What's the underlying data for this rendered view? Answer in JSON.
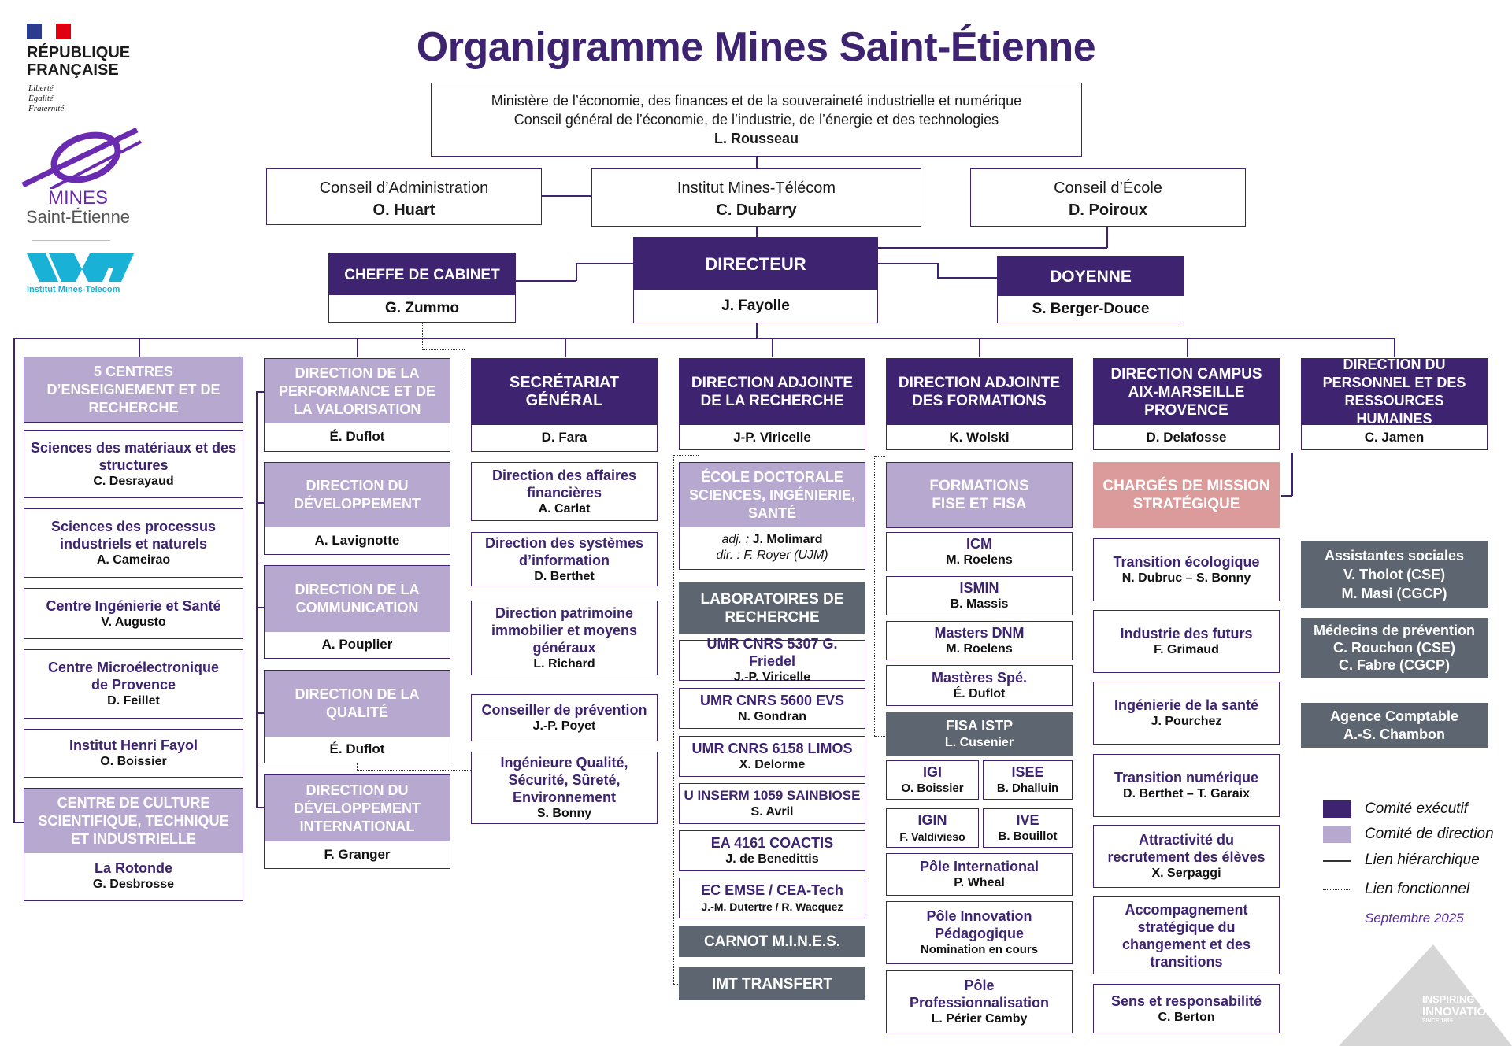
{
  "title": "Organigramme Mines Saint-Étienne",
  "logos": {
    "republique_line1": "RÉPUBLIQUE",
    "republique_line2": "FRANÇAISE",
    "motto1": "Liberté",
    "motto2": "Égalité",
    "motto3": "Fraternité",
    "mines_line1": "MINES",
    "mines_line2": "Saint-Étienne",
    "imt_label": "Institut Mines-Telecom"
  },
  "ministere": {
    "line1": "Ministère de l’économie, des finances et de la souveraineté industrielle et numérique",
    "line2": "Conseil général de l’économie, de l’industrie, de l’énergie et des technologies",
    "name": "L. Rousseau"
  },
  "conseil_admin": {
    "title": "Conseil d’Administration",
    "name": "O. Huart"
  },
  "imt": {
    "title": "Institut Mines-Télécom",
    "name": "C. Dubarry"
  },
  "conseil_ecole": {
    "title": "Conseil d’École",
    "name": "D. Poiroux"
  },
  "directeur": {
    "title": "DIRECTEUR",
    "name": "J. Fayolle"
  },
  "cheffe": {
    "title": "CHEFFE DE CABINET",
    "name": "G. Zummo"
  },
  "doyenne": {
    "title": "DOYENNE",
    "name": "S. Berger-Douce"
  },
  "col1": {
    "header": "5 CENTRES D’ENSEIGNEMENT ET DE RECHERCHE",
    "items": [
      {
        "t": "Sciences des matériaux et des structures",
        "n": "C. Desrayaud"
      },
      {
        "t": "Sciences des processus industriels et naturels",
        "n": "A. Cameirao"
      },
      {
        "t": "Centre Ingénierie et Santé",
        "n": "V. Augusto"
      },
      {
        "t": "Centre Microélectronique de Provence",
        "n": "D. Feillet"
      },
      {
        "t": "Institut Henri Fayol",
        "n": "O. Boissier"
      }
    ],
    "culture_header": "CENTRE DE CULTURE SCIENTIFIQUE, TECHNIQUE ET INDUSTRIELLE",
    "culture_t": "La Rotonde",
    "culture_n": "G. Desbrosse"
  },
  "col2": [
    {
      "t": "DIRECTION DE LA PERFORMANCE ET DE LA VALORISATION",
      "n": "É. Duflot"
    },
    {
      "t": "DIRECTION DU DÉVELOPPEMENT",
      "n": "A. Lavignotte"
    },
    {
      "t": "DIRECTION DE LA COMMUNICATION",
      "n": "A. Pouplier"
    },
    {
      "t": "DIRECTION DE LA QUALITÉ",
      "n": "É. Duflot"
    },
    {
      "t": "DIRECTION DU DÉVELOPPEMENT INTERNATIONAL",
      "n": "F. Granger"
    }
  ],
  "col3": {
    "header": "SECRÉTARIAT GÉNÉRAL",
    "name": "D. Fara",
    "items": [
      {
        "t": "Direction des affaires financières",
        "n": "A. Carlat"
      },
      {
        "t": "Direction des systèmes d’information",
        "n": "D. Berthet"
      },
      {
        "t": "Direction patrimoine immobilier et moyens généraux",
        "n": "L. Richard"
      },
      {
        "t": "Conseiller de prévention",
        "n": "J.-P. Poyet"
      },
      {
        "t": "Ingénieure Qualité, Sécurité, Sûreté, Environnement",
        "n": "S. Bonny"
      }
    ]
  },
  "col4": {
    "header": "DIRECTION ADJOINTE DE LA RECHERCHE",
    "name": "J-P. Viricelle",
    "ecole_header": "ÉCOLE DOCTORALE SCIENCES, INGÉNIERIE, SANTÉ",
    "ecole_adj_label": "adj. :",
    "ecole_adj": "J. Molimard",
    "ecole_dir": "dir. : F. Royer (UJM)",
    "labs_header": "LABORATOIRES DE RECHERCHE",
    "labs": [
      {
        "t": "UMR CNRS 5307 G. Friedel",
        "n": "J.-P. Viricelle"
      },
      {
        "t": "UMR CNRS 5600 EVS",
        "n": "N. Gondran"
      },
      {
        "t": "UMR CNRS 6158 LIMOS",
        "n": "X. Delorme"
      },
      {
        "t": "U INSERM 1059 SAINBIOSE",
        "n": "S. Avril"
      },
      {
        "t": "EA 4161 COACTIS",
        "n": "J. de Benedittis"
      },
      {
        "t": "EC EMSE / CEA-Tech",
        "n": "J.-M. Dutertre / R. Wacquez"
      }
    ],
    "carnot": "CARNOT M.I.N.E.S.",
    "imt_transfert": "IMT TRANSFERT"
  },
  "col5": {
    "header": "DIRECTION ADJOINTE DES FORMATIONS",
    "name": "K. Wolski",
    "formations_header": "FORMATIONS FISE ET FISA",
    "items": [
      {
        "t": "ICM",
        "n": "M. Roelens"
      },
      {
        "t": "ISMIN",
        "n": "B. Massis"
      },
      {
        "t": "Masters DNM",
        "n": "M. Roelens"
      },
      {
        "t": "Mastères Spé.",
        "n": "É. Duflot"
      }
    ],
    "fisa_t": "FISA ISTP",
    "fisa_n": "L. Cusenier",
    "pairs": [
      {
        "t": "IGI",
        "n": "O. Boissier"
      },
      {
        "t": "ISEE",
        "n": "B. Dhalluin"
      },
      {
        "t": "IGIN",
        "n": "F. Valdivieso"
      },
      {
        "t": "IVE",
        "n": "B. Bouillot"
      }
    ],
    "poles": [
      {
        "t": "Pôle International",
        "n": "P. Wheal"
      },
      {
        "t": "Pôle Innovation Pédagogique",
        "n": "Nomination en cours"
      },
      {
        "t": "Pôle Professionnalisation",
        "n": "L. Périer Camby"
      }
    ]
  },
  "col6": {
    "header": "DIRECTION CAMPUS AIX-MARSEILLE PROVENCE",
    "name": "D. Delafosse",
    "missions_header": "CHARGÉS DE MISSION STRATÉGIQUE",
    "items": [
      {
        "t": "Transition écologique",
        "n": "N. Dubruc – S. Bonny"
      },
      {
        "t": "Industrie des futurs",
        "n": "F. Grimaud"
      },
      {
        "t": "Ingénierie de la santé",
        "n": "J. Pourchez"
      },
      {
        "t": "Transition numérique",
        "n": "D. Berthet – T. Garaix"
      },
      {
        "t": "Attractivité du recrutement des élèves",
        "n": "X. Serpaggi"
      },
      {
        "t": "Accompagnement stratégique du changement et des transitions",
        "n": ""
      },
      {
        "t": "Sens et responsabilité",
        "n": "C. Berton"
      }
    ]
  },
  "col7": {
    "header": "DIRECTION DU PERSONNEL ET DES RESSOURCES HUMAINES",
    "name": "C. Jamen",
    "assistantes_t": "Assistantes sociales",
    "assistantes_n1": "V. Tholot (CSE)",
    "assistantes_n2": "M. Masi (CGCP)",
    "medecins_t": "Médecins de prévention",
    "medecins_n1": "C. Rouchon (CSE)",
    "medecins_n2": "C. Fabre (CGCP)",
    "agence_t": "Agence Comptable",
    "agence_n": "A.-S. Chambon"
  },
  "legend": {
    "exec": "Comité exécutif",
    "dir": "Comité de direction",
    "hier": "Lien hiérarchique",
    "fonc": "Lien fonctionnel",
    "date": "Septembre 2025",
    "colors": {
      "exec": "#3d2370",
      "dir": "#b6a8cf"
    }
  },
  "corner": {
    "line1": "INSPIRING",
    "line2": "INNOVATION",
    "line3": "SINCE 1816"
  }
}
